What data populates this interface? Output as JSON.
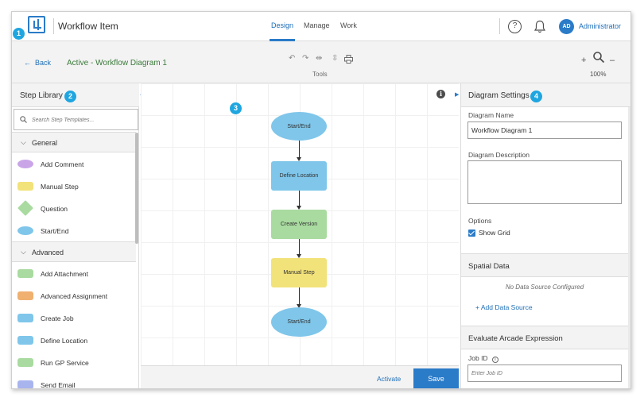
{
  "header": {
    "app_title": "Workflow Item",
    "nav": [
      {
        "label": "Design",
        "active": true
      },
      {
        "label": "Manage",
        "active": false
      },
      {
        "label": "Work",
        "active": false
      }
    ],
    "help_icon": "?",
    "avatar_initials": "AD",
    "username": "Administrator"
  },
  "toolbar": {
    "back_label": "Back",
    "diagram_title": "Active - Workflow Diagram 1",
    "tools": [
      "undo-icon",
      "redo-icon",
      "align-horizontal-icon",
      "align-vertical-icon",
      "print-icon"
    ],
    "tools_label": "Tools",
    "zoom_in": "+",
    "zoom_out": "–",
    "zoom_level": "100%"
  },
  "step_library": {
    "title": "Step Library",
    "search_placeholder": "Search Step Templates...",
    "groups": [
      {
        "label": "General",
        "items": [
          {
            "label": "Add Comment",
            "shape": "ellipse",
            "color": "#c9a5e8"
          },
          {
            "label": "Manual Step",
            "shape": "rect",
            "color": "#f2e27a"
          },
          {
            "label": "Question",
            "shape": "diamond",
            "color": "#a9dba0"
          },
          {
            "label": "Start/End",
            "shape": "ellipse",
            "color": "#7fc6ea"
          }
        ]
      },
      {
        "label": "Advanced",
        "items": [
          {
            "label": "Add Attachment",
            "shape": "rect",
            "color": "#a9dba0"
          },
          {
            "label": "Advanced Assignment",
            "shape": "rect",
            "color": "#f0b070"
          },
          {
            "label": "Create Job",
            "shape": "rect",
            "color": "#7fc6ea"
          },
          {
            "label": "Define Location",
            "shape": "rect",
            "color": "#7fc6ea"
          },
          {
            "label": "Run GP Service",
            "shape": "rect",
            "color": "#a9dba0"
          },
          {
            "label": "Send Email",
            "shape": "rect",
            "color": "#a8b4ee"
          }
        ]
      }
    ]
  },
  "canvas": {
    "info_icon": "i",
    "nodes": [
      {
        "label": "Start/End",
        "shape": "ellipse",
        "color": "#7fc6ea"
      },
      {
        "label": "Define Location",
        "shape": "rect",
        "color": "#7fc6ea"
      },
      {
        "label": "Create Version",
        "shape": "rect",
        "color": "#a9dba0"
      },
      {
        "label": "Manual Step",
        "shape": "rect",
        "color": "#f2e27a"
      },
      {
        "label": "Start/End",
        "shape": "ellipse",
        "color": "#7fc6ea"
      }
    ],
    "activate_label": "Activate",
    "save_label": "Save"
  },
  "diagram_settings": {
    "title": "Diagram Settings",
    "name_label": "Diagram Name",
    "name_value": "Workflow Diagram 1",
    "description_label": "Diagram Description",
    "options_label": "Options",
    "show_grid_label": "Show Grid",
    "show_grid_checked": true,
    "spatial_data_title": "Spatial Data",
    "no_source_text": "No Data Source Configured",
    "add_source_label": "+ Add Data Source",
    "arcade_title": "Evaluate Arcade Expression",
    "job_id_label": "Job ID",
    "job_id_placeholder": "Enter Job ID"
  },
  "callouts": [
    "1",
    "2",
    "3",
    "4"
  ],
  "colors": {
    "accent": "#2a7bc8",
    "callout": "#1fa6e0"
  }
}
